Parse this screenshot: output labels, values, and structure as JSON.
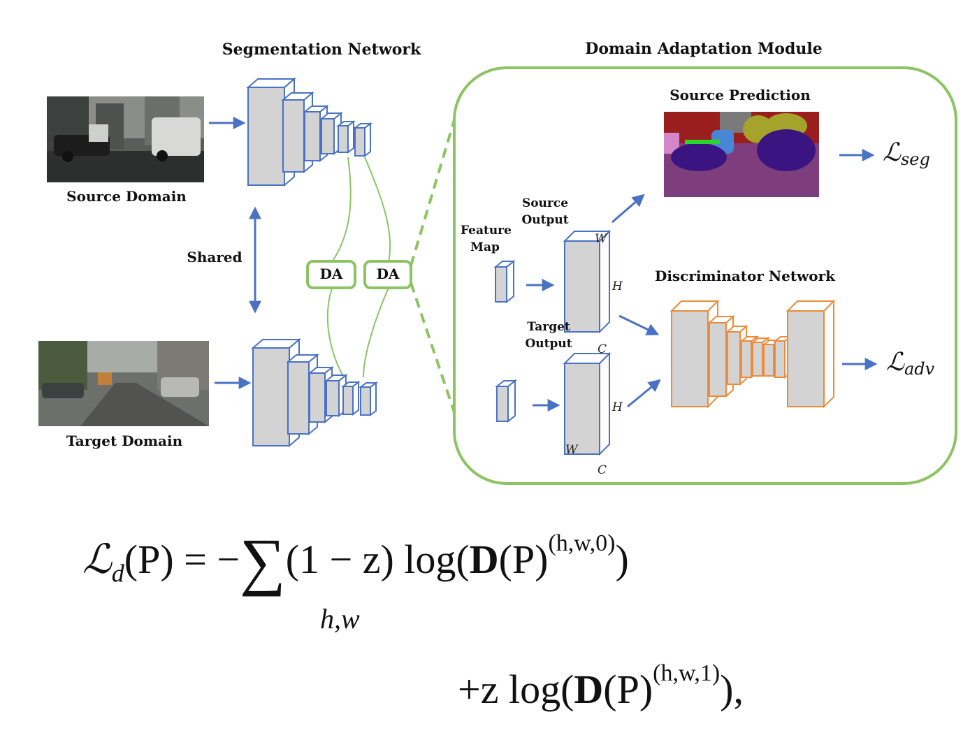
{
  "titles": {
    "segmentation_network": "Segmentation Network",
    "domain_adaptation_module": "Domain Adaptation Module"
  },
  "domains": {
    "source": "Source Domain",
    "target": "Target Domain",
    "shared": "Shared"
  },
  "da_blocks": [
    "DA",
    "DA"
  ],
  "module": {
    "source_prediction": "Source Prediction",
    "discriminator_network": "Discriminator Network",
    "feature_map": "Feature Map",
    "source_output": "Source Output",
    "target_output": "Target Output",
    "dims": {
      "w": "W",
      "h": "H",
      "c": "C"
    }
  },
  "losses": {
    "seg_symbol": "ℒ",
    "seg_sub": "seg",
    "adv_symbol": "ℒ",
    "adv_sub": "adv"
  },
  "equation": {
    "line1_lhs": "ℒ",
    "line1_lhs_sub": "d",
    "line1_lhs_arg": "(P) = −",
    "sum_symbol": "∑",
    "sum_sub": "h,w",
    "line1_rhs": "(1 − z) log(",
    "line1_D": "D",
    "line1_rest": "(P)",
    "line1_sup": "(h,w,0)",
    "line1_close": ")",
    "line2_start": "+z log(",
    "line2_D": "D",
    "line2_rest": "(P)",
    "line2_sup": "(h,w,1)",
    "line2_close": "),"
  },
  "colors": {
    "accent_green": "#8dc463",
    "arrow_blue": "#4a72c4",
    "block_blue": "#4a72c4",
    "block_orange": "#ed8b3a",
    "block_fill": "#d3d3d3"
  }
}
